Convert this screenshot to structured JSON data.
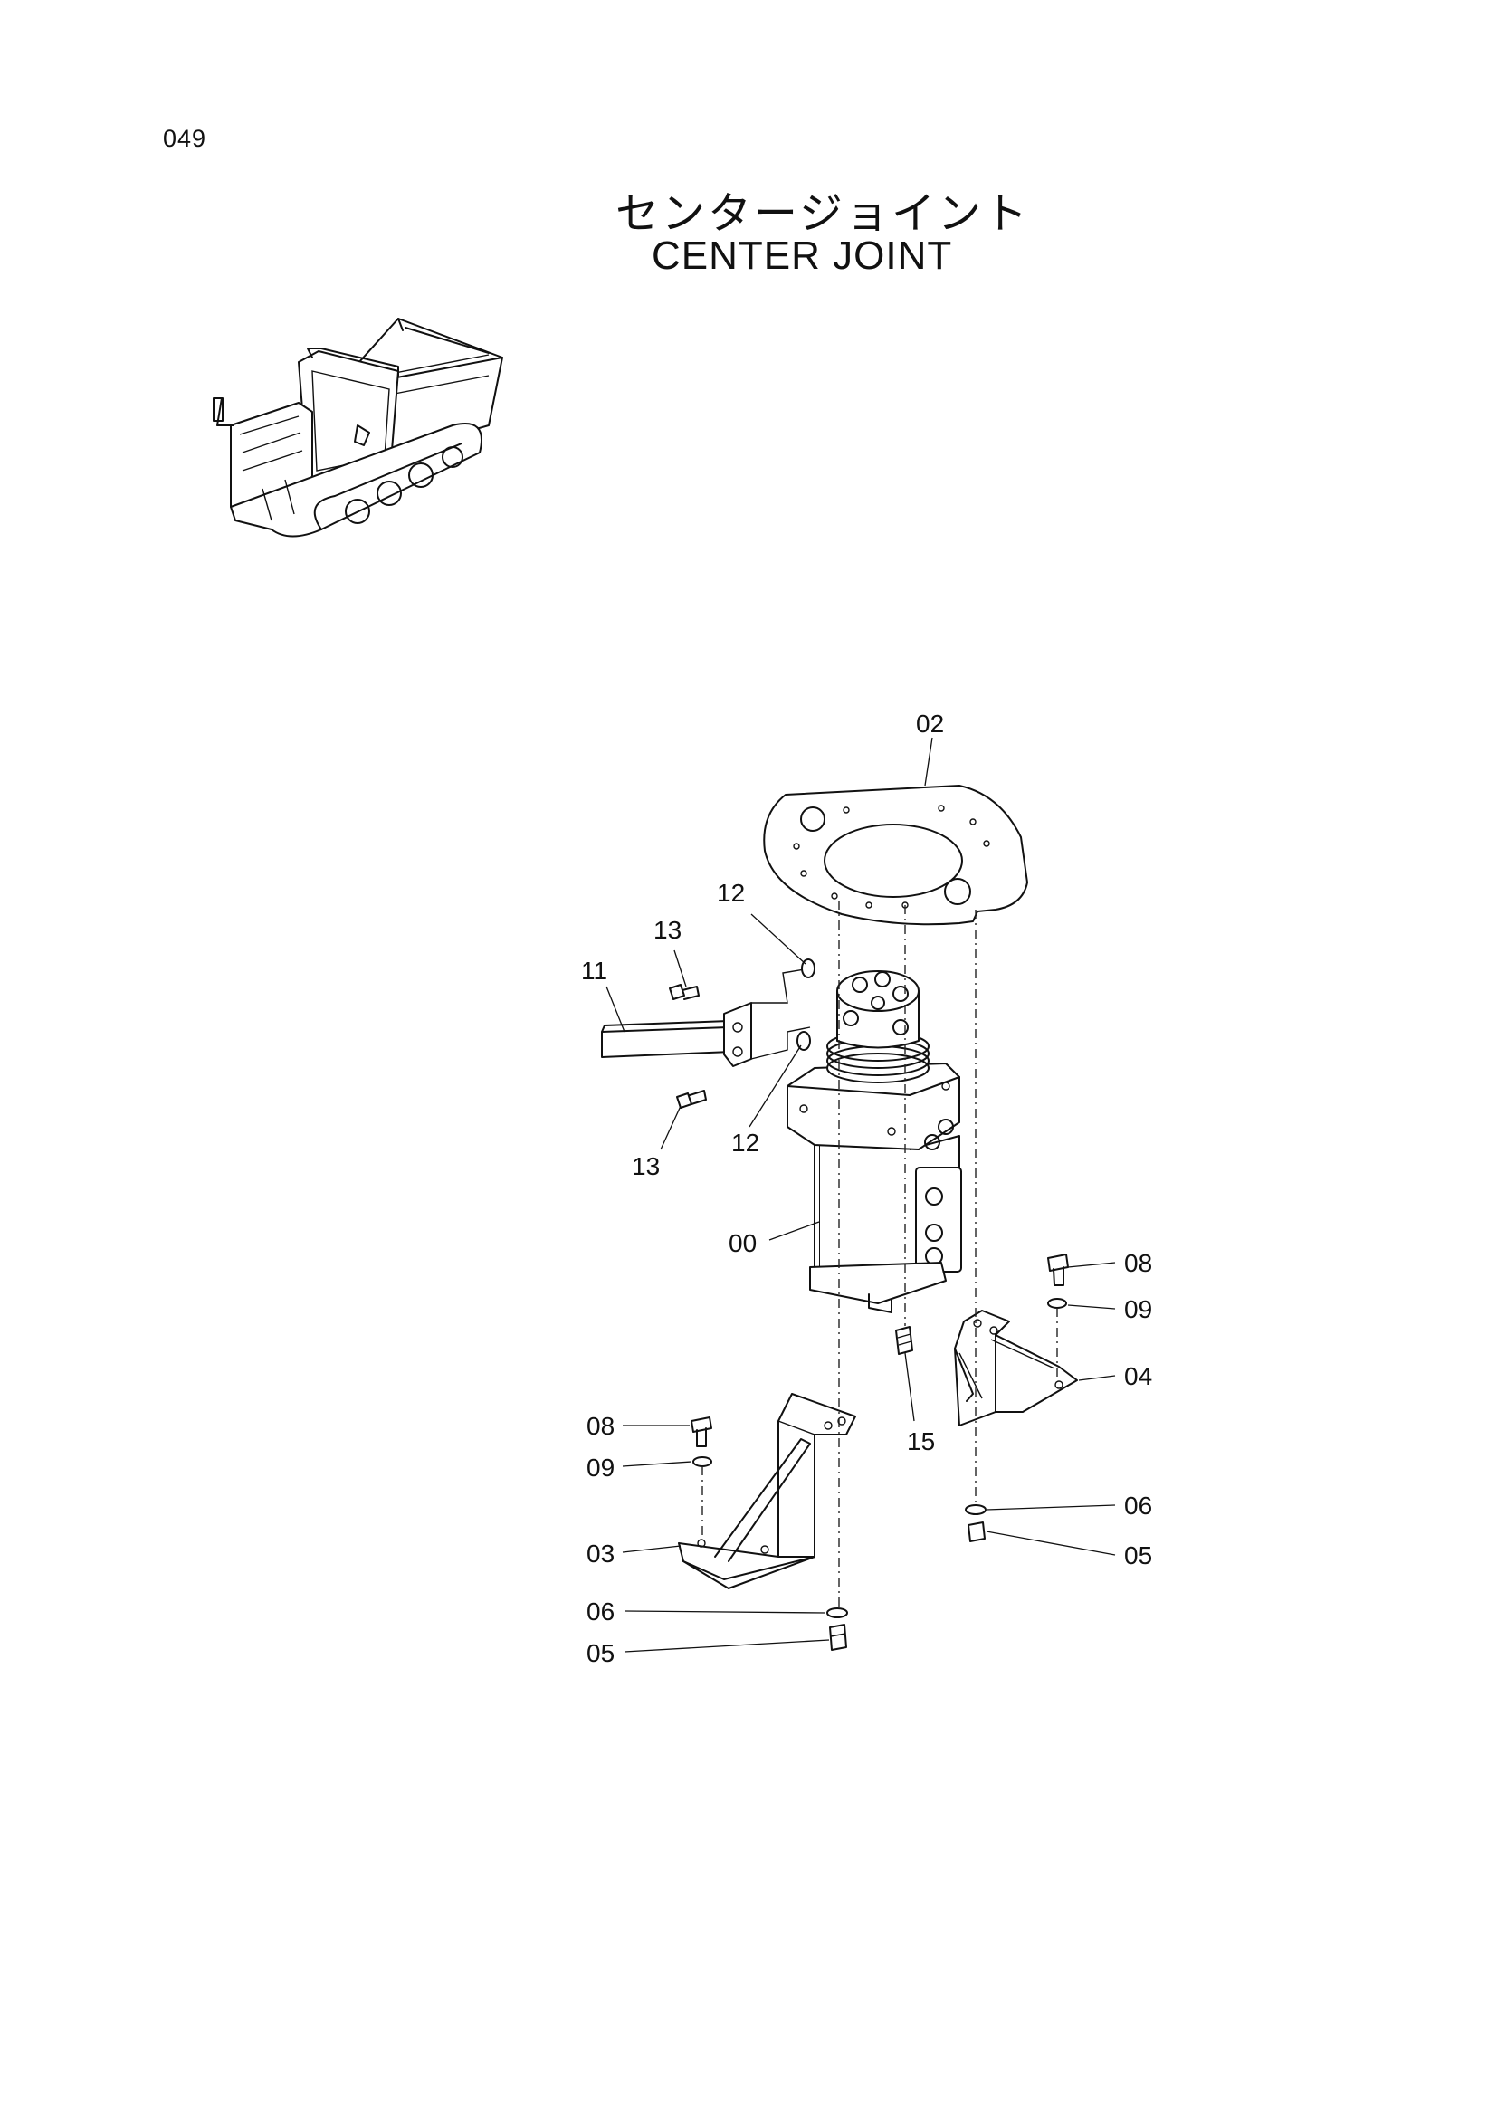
{
  "page_number": "049",
  "title_ja": "センタージョイント",
  "title_en": "CENTER JOINT",
  "part_labels": {
    "p00": "00",
    "p02": "02",
    "p03": "03",
    "p04": "04",
    "p05a": "05",
    "p05b": "05",
    "p06a": "06",
    "p06b": "06",
    "p08a": "08",
    "p08b": "08",
    "p09a": "09",
    "p09b": "09",
    "p11": "11",
    "p12a": "12",
    "p12b": "12",
    "p13a": "13",
    "p13b": "13",
    "p15": "15"
  }
}
